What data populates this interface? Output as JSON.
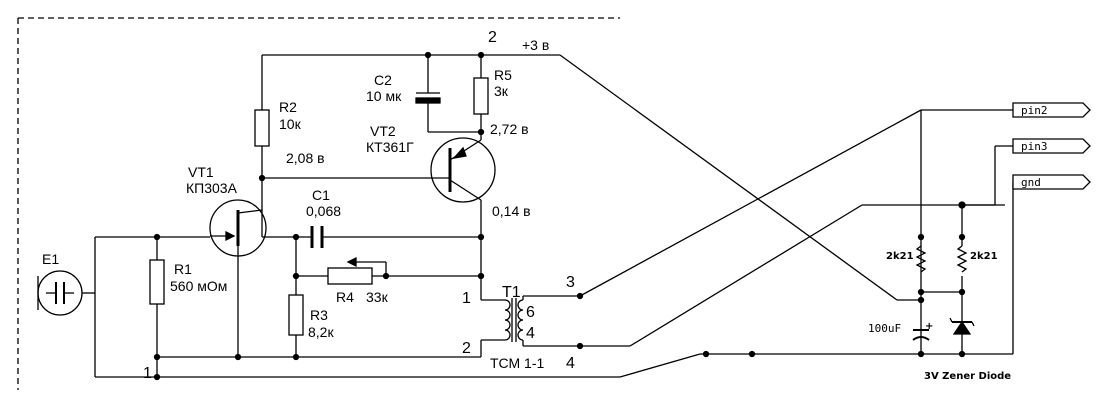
{
  "supply": {
    "node": "2",
    "label": "+3 в"
  },
  "components": {
    "c2": {
      "ref": "C2",
      "value": "10 мк"
    },
    "r5": {
      "ref": "R5",
      "value": "3к"
    },
    "r2": {
      "ref": "R2",
      "value": "10к"
    },
    "vt2": {
      "ref": "VT2",
      "value": "КТ361Г"
    },
    "vt1": {
      "ref": "VT1",
      "value": "КП303А"
    },
    "c1": {
      "ref": "C1",
      "value": "0,068"
    },
    "r1": {
      "ref": "R1",
      "value": "560 мОм"
    },
    "r3": {
      "ref": "R3",
      "value": "8,2к"
    },
    "r4": {
      "ref": "R4",
      "value": "33к"
    },
    "t1": {
      "ref": "T1",
      "value": "ТСМ 1-1"
    },
    "e1": {
      "ref": "E1"
    }
  },
  "voltages": {
    "vt2_emitter": "2,72 в",
    "vt2_base": "2,08 в",
    "vt2_collector": "0,14 в"
  },
  "terminals": {
    "t1_pin1": "1",
    "t1_pin2": "2",
    "t1_pin3": "3",
    "t1_pin4": "4",
    "t1_pin6": "6",
    "t1_pin4_inner": "4",
    "ground_node": "1"
  },
  "ports": [
    {
      "name": "pin2"
    },
    {
      "name": "pin3"
    },
    {
      "name": "gnd"
    }
  ],
  "add_on": {
    "r_left": "2k21",
    "r_right": "2k21",
    "cap": "100uF",
    "zener_label": "3V Zener Diode"
  }
}
